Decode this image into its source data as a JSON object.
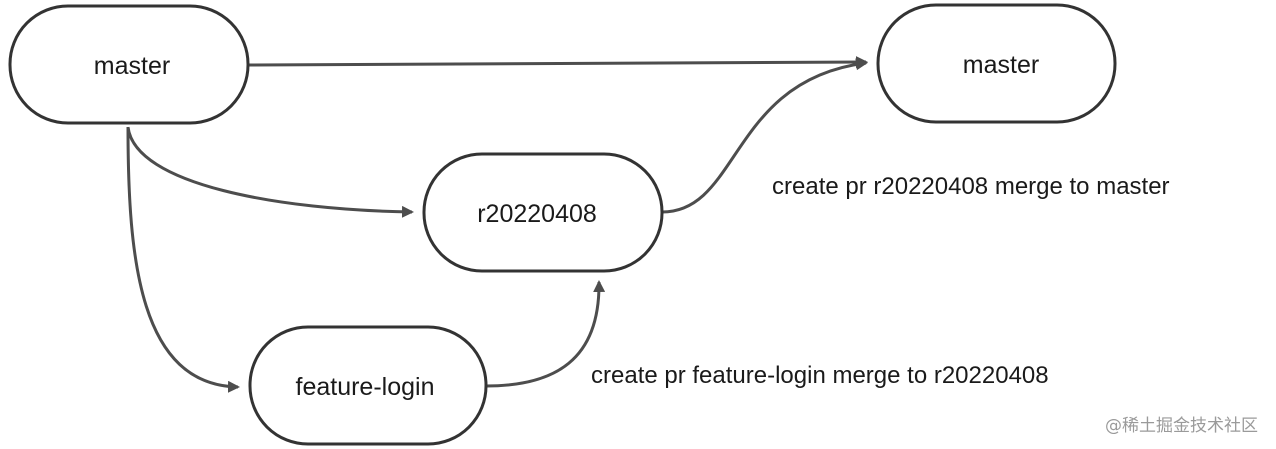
{
  "nodes": {
    "master_source": {
      "label": "master"
    },
    "master_target": {
      "label": "master"
    },
    "release": {
      "label": "r20220408"
    },
    "feature": {
      "label": "feature-login"
    }
  },
  "annotations": {
    "release_to_master": "create pr r20220408 merge to master",
    "feature_to_release": "create pr feature-login merge to r20220408"
  },
  "watermark": "@稀土掘金技术社区",
  "colors": {
    "stroke": "#333333",
    "arrow": "#4d4d4d",
    "text": "#1a1a1a",
    "watermark": "#9a9a9a"
  }
}
